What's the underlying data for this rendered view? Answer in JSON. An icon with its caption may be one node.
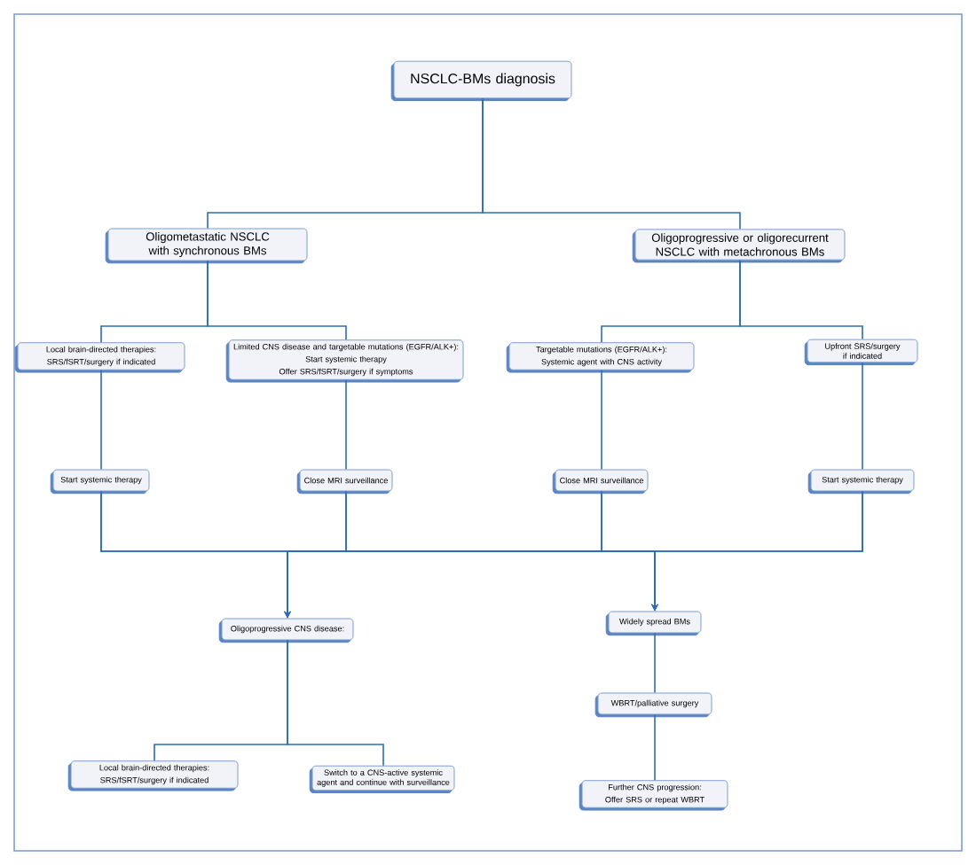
{
  "diagram": {
    "nodes": [
      {
        "text": [
          "NSCLC-BMs diagnosis"
        ]
      },
      {
        "text": [
          "Oligometastatic NSCLC with synchronous BMs"
        ]
      },
      {
        "text": [
          "Oligoprogressive or oligorecurrent NSCLC with metachronous BMs"
        ]
      },
      {
        "text": [
          "Local brain-directed therapies:",
          "SRS/fSRT/surgery if indicated"
        ]
      },
      {
        "text": [
          "Limited CNS disease and targetable mutations (EGFR/ALK+):",
          "Start systemic therapy",
          "Offer SRS/fSRT/surgery if symptoms"
        ]
      },
      {
        "text": [
          "Targetable mutations (EGFR/ALK+):",
          "Systemic agent with CNS activity"
        ]
      },
      {
        "text": [
          "Upfront SRS/surgery if indicated"
        ]
      },
      {
        "text": [
          "Start systemic therapy"
        ]
      },
      {
        "text": [
          "Close MRI surveillance"
        ]
      },
      {
        "text": [
          "Close MRI surveillance"
        ]
      },
      {
        "text": [
          "Start systemic therapy"
        ]
      },
      {
        "text": [
          "Oligoprogressive CNS disease:"
        ]
      },
      {
        "text": [
          "Widely spread BMs"
        ]
      },
      {
        "text": [
          "WBRT/palliative surgery"
        ]
      },
      {
        "text": [
          "Local brain-directed therapies:",
          "SRS/fSRT/surgery if indicated"
        ]
      },
      {
        "text": [
          "Switch to a CNS-active systemic agent and continue with surveillance"
        ]
      },
      {
        "text": [
          "Further CNS progression:",
          "Offer SRS or repeat WBRT"
        ]
      }
    ],
    "edges": [
      {
        "from": 0,
        "to": 1,
        "arrow": "none"
      },
      {
        "from": 0,
        "to": 2,
        "arrow": "none"
      },
      {
        "from": 1,
        "to": 3,
        "arrow": "none"
      },
      {
        "from": 1,
        "to": 4,
        "arrow": "none"
      },
      {
        "from": 2,
        "to": 5,
        "arrow": "none"
      },
      {
        "from": 2,
        "to": 6,
        "arrow": "none"
      },
      {
        "from": 3,
        "to": 7,
        "arrow": "none"
      },
      {
        "from": 4,
        "to": 8,
        "arrow": "none"
      },
      {
        "from": 5,
        "to": 9,
        "arrow": "none"
      },
      {
        "from": 6,
        "to": 10,
        "arrow": "none"
      },
      {
        "from": 7,
        "to": 11,
        "arrow": "to"
      },
      {
        "from": 8,
        "to": 11,
        "arrow": "to"
      },
      {
        "from": 9,
        "to": 11,
        "arrow": "to"
      },
      {
        "from": 10,
        "to": 11,
        "arrow": "to"
      },
      {
        "from": 7,
        "to": 12,
        "arrow": "to"
      },
      {
        "from": 8,
        "to": 12,
        "arrow": "to"
      },
      {
        "from": 9,
        "to": 12,
        "arrow": "to"
      },
      {
        "from": 10,
        "to": 12,
        "arrow": "to"
      },
      {
        "from": 11,
        "to": 14,
        "arrow": "none"
      },
      {
        "from": 11,
        "to": 15,
        "arrow": "none"
      },
      {
        "from": 12,
        "to": 13,
        "arrow": "none"
      },
      {
        "from": 13,
        "to": 16,
        "arrow": "none"
      }
    ]
  }
}
